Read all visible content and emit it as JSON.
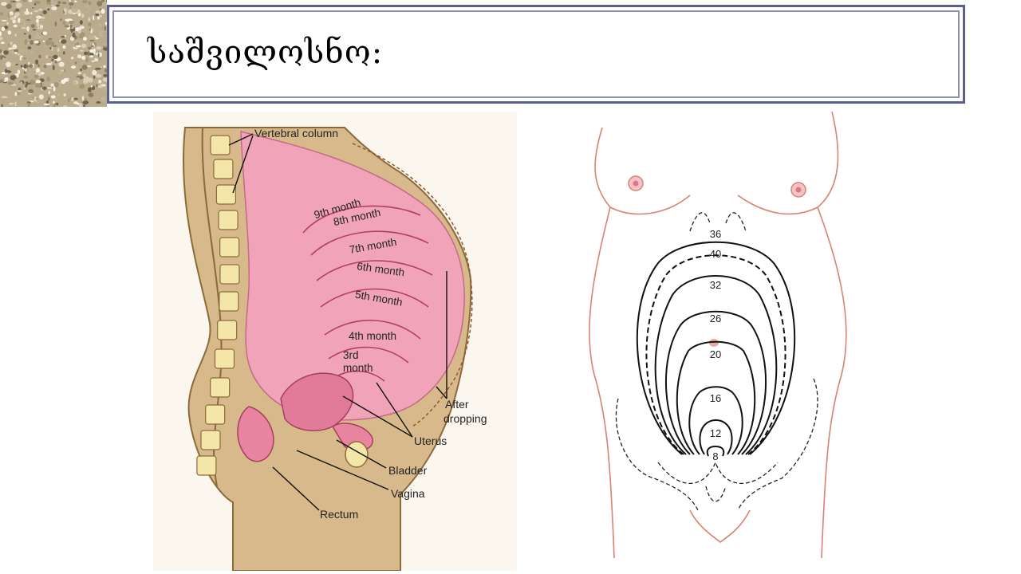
{
  "slide": {
    "title": "საშვილოსნო:"
  },
  "uterus_section": {
    "labels": {
      "vertebral_column": "Vertebral column",
      "after_dropping_1": "After",
      "after_dropping_2": "dropping",
      "uterus": "Uterus",
      "bladder": "Bladder",
      "vagina": "Vagina",
      "rectum": "Rectum"
    },
    "months": [
      "9th month",
      "8th month",
      "7th month",
      "6th month",
      "5th month",
      "4th month"
    ],
    "month3_line1": "3rd",
    "month3_line2": "month"
  },
  "fundal_height": {
    "weeks": [
      "36",
      "40",
      "32",
      "26",
      "20",
      "16",
      "12",
      "8"
    ]
  },
  "colors": {
    "frame_outer": "#5a5f92",
    "frame_inner": "#8b8fb8",
    "uterus_pink": "#f0a3b9",
    "body_tan": "#d8b98c",
    "bone_yellow": "#f4e6a8"
  }
}
